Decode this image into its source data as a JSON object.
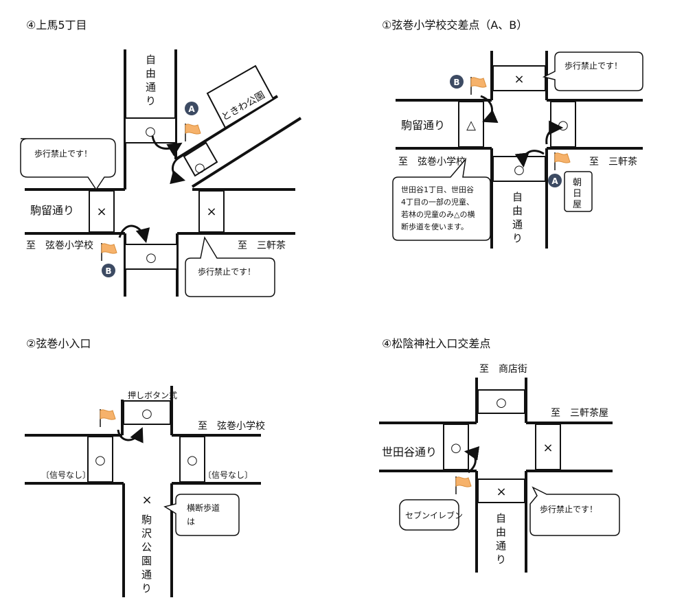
{
  "maps": [
    {
      "title": "④上馬5丁目",
      "roads": {
        "vertical": "自由通り",
        "horizontal": "駒留通り"
      },
      "directions": {
        "left": "至　弦巻小学校",
        "right": "至　三軒茶"
      },
      "park": "ときわ公園",
      "crossings": {
        "north": "○",
        "east": "○",
        "west": "×",
        "southeast": "×",
        "south": "○"
      },
      "callouts": [
        "歩行禁止です！",
        "歩行禁止です！"
      ],
      "points": [
        "A",
        "B"
      ]
    },
    {
      "title": "①弦巻小学校交差点（A、B）",
      "roads": {
        "horizontal": "駒留通り",
        "vertical": "自由通り"
      },
      "directions": {
        "left": "至　弦巻小学校",
        "right": "至　三軒茶"
      },
      "landmark": "朝日屋",
      "crossings": {
        "north": "×",
        "west": "△",
        "east": "○",
        "south": "○"
      },
      "callouts": [
        "歩行禁止です！",
        "世田谷1丁目、世田谷4丁目の一部の児童、若林の児童のみ△の横断歩道を使います。"
      ],
      "points": [
        "A",
        "B"
      ]
    },
    {
      "title": "②弦巻小入口",
      "roads": {
        "vertical": "駒沢公園通り"
      },
      "directions": {
        "right": "至　弦巻小学校"
      },
      "button_label": "押しボタン式",
      "signal_notes": [
        "〔信号なし〕",
        "〔信号なし〕"
      ],
      "crossings": {
        "north": "○",
        "west": "○",
        "east": "○",
        "south": "×"
      },
      "callouts": [
        "横断歩道は"
      ]
    },
    {
      "title": "④松陰神社入口交差点",
      "roads": {
        "horizontal": "世田谷通り",
        "vertical": "自由通り"
      },
      "directions": {
        "top": "至　商店街",
        "right": "至　三軒茶屋"
      },
      "landmark": "セブンイレブン",
      "crossings": {
        "north": "○",
        "west": "○",
        "east": "×",
        "south": "×"
      },
      "callouts": [
        "歩行禁止です！"
      ]
    }
  ],
  "colors": {
    "flag": "#F6B26B",
    "badge": "#3D4B63",
    "line": "#111111"
  }
}
